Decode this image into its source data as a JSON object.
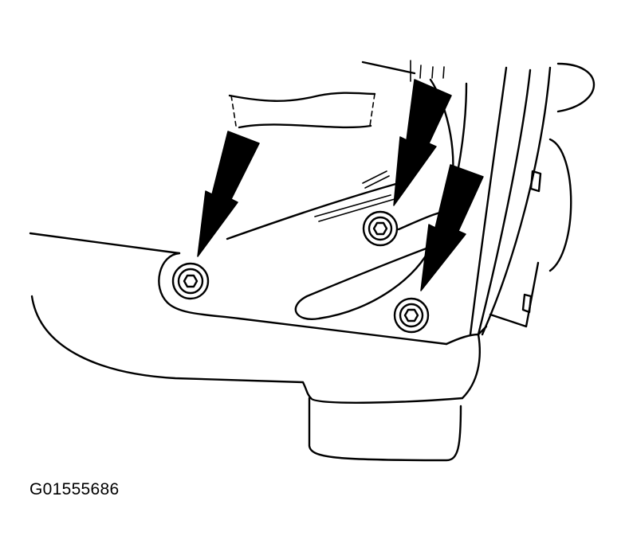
{
  "figure": {
    "code": "G01555686",
    "colors": {
      "ink": "#000000",
      "paper": "#ffffff"
    },
    "callouts": [
      {
        "name": "arrow-bolt-left"
      },
      {
        "name": "arrow-bolt-upper"
      },
      {
        "name": "arrow-bolt-lower"
      }
    ],
    "fasteners": [
      "hex-socket-bolt",
      "hex-socket-bolt",
      "hex-socket-bolt"
    ]
  }
}
